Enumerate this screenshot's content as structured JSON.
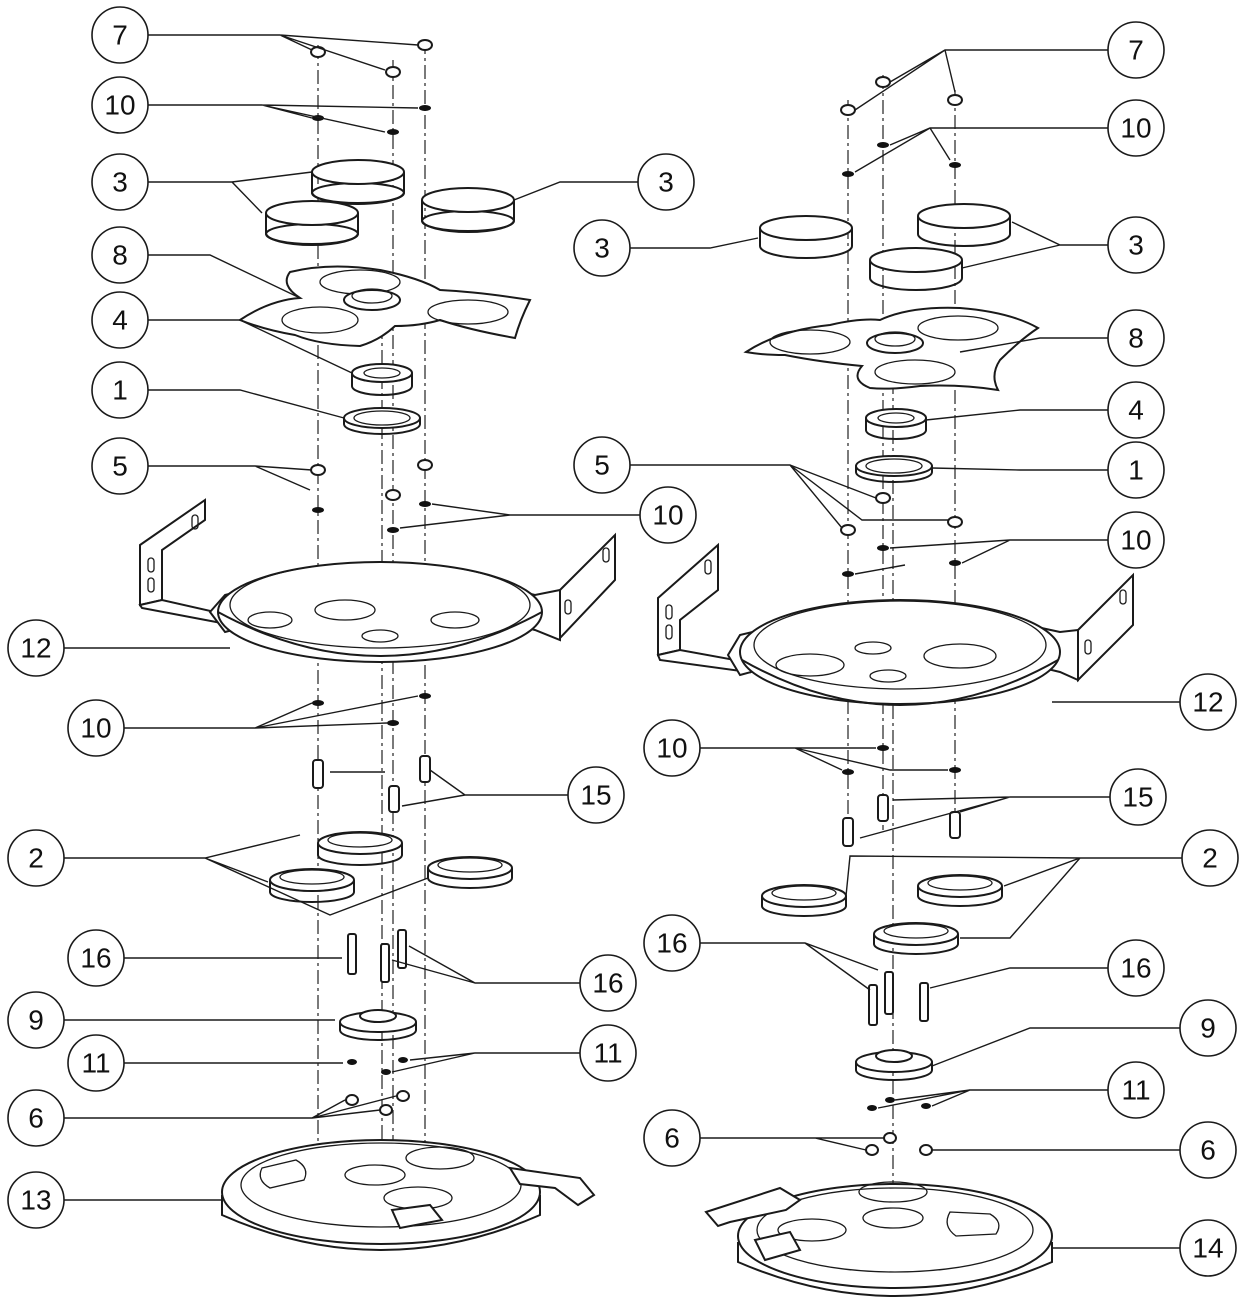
{
  "callouts": [
    {
      "id": "c1",
      "label": "7"
    },
    {
      "id": "c2",
      "label": "10"
    },
    {
      "id": "c3",
      "label": "3"
    },
    {
      "id": "c4",
      "label": "3"
    },
    {
      "id": "c5",
      "label": "8"
    },
    {
      "id": "c6",
      "label": "4"
    },
    {
      "id": "c7",
      "label": "1"
    },
    {
      "id": "c8",
      "label": "5"
    },
    {
      "id": "c9",
      "label": "10"
    },
    {
      "id": "c10",
      "label": "12"
    },
    {
      "id": "c11",
      "label": "10"
    },
    {
      "id": "c12",
      "label": "15"
    },
    {
      "id": "c13",
      "label": "2"
    },
    {
      "id": "c14",
      "label": "16"
    },
    {
      "id": "c15",
      "label": "16"
    },
    {
      "id": "c16",
      "label": "9"
    },
    {
      "id": "c17",
      "label": "11"
    },
    {
      "id": "c18",
      "label": "11"
    },
    {
      "id": "c19",
      "label": "6"
    },
    {
      "id": "c20",
      "label": "13"
    },
    {
      "id": "c21",
      "label": "7"
    },
    {
      "id": "c22",
      "label": "10"
    },
    {
      "id": "c23",
      "label": "3"
    },
    {
      "id": "c24",
      "label": "3"
    },
    {
      "id": "c25",
      "label": "8"
    },
    {
      "id": "c26",
      "label": "4"
    },
    {
      "id": "c27",
      "label": "5"
    },
    {
      "id": "c28",
      "label": "1"
    },
    {
      "id": "c29",
      "label": "10"
    },
    {
      "id": "c30",
      "label": "12"
    },
    {
      "id": "c31",
      "label": "10"
    },
    {
      "id": "c32",
      "label": "15"
    },
    {
      "id": "c33",
      "label": "2"
    },
    {
      "id": "c34",
      "label": "16"
    },
    {
      "id": "c35",
      "label": "16"
    },
    {
      "id": "c36",
      "label": "9"
    },
    {
      "id": "c37",
      "label": "11"
    },
    {
      "id": "c38",
      "label": "6"
    },
    {
      "id": "c39",
      "label": "6"
    },
    {
      "id": "c40",
      "label": "14"
    }
  ]
}
